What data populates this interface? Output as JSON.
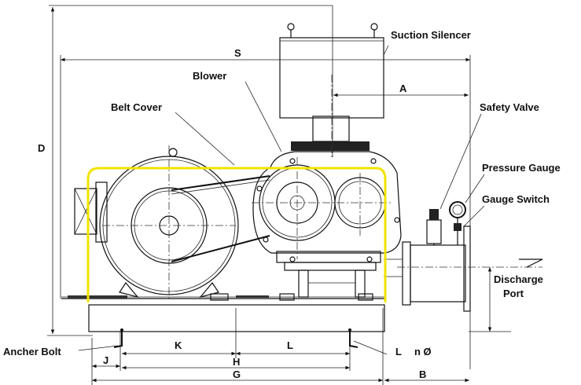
{
  "labels": {
    "suction_silencer": "Suction Silencer",
    "blower": "Blower",
    "belt_cover": "Belt Cover",
    "safety_valve": "Safety Valve",
    "pressure_gauge": "Pressure Gauge",
    "gauge_switch": "Gauge Switch",
    "discharge_port_line1": "Discharge",
    "discharge_port_line2": "Port",
    "ancher_bolt": "Ancher Bolt"
  },
  "dimensions": {
    "S": "S",
    "A": "A",
    "D": "D",
    "K": "K",
    "L": "L",
    "L2": "L",
    "n_dia": "n Ø",
    "J": "J",
    "H": "H",
    "G": "G",
    "B": "B"
  },
  "colors": {
    "belt_cover_outline": "#f2e300",
    "line": "#111111"
  }
}
